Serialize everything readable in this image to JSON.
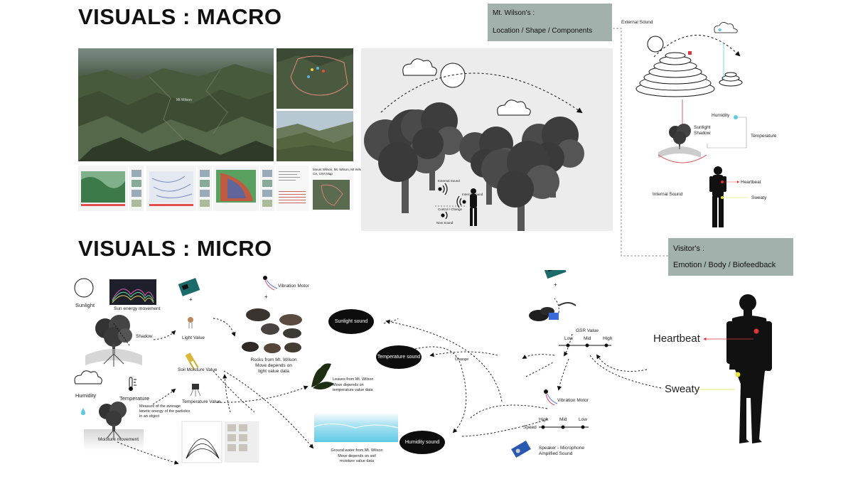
{
  "macro": {
    "title": "VISUALS : MACRO",
    "map_label": "Mt.Wilson",
    "info_card": {
      "title": "Mount Wilson, Mt. Wilson, Mt Wilson,",
      "subtitle": "CA, USA Map"
    },
    "diagram": {
      "external_sound": "External Sound",
      "internal_sound": "Internal Sound",
      "control_change": "Control / Change",
      "new_sound": "New Sound"
    }
  },
  "wilson_box": {
    "title": "Mt. Wilson's :",
    "items": "Location  /  Shape  /  Components"
  },
  "visitor_box": {
    "title": "Visitor's :",
    "items": "Emotion  /  Body  /  Biofeedback"
  },
  "top_right": {
    "external_sound": "External Sound",
    "humidity": "Humidity",
    "sunlight": "Sunlight",
    "shadow": "Shadow",
    "temperature": "Temperature",
    "heartbeat": "Heartbeat",
    "internal_sound": "Internal Sound",
    "sweaty": "Sweaty"
  },
  "micro": {
    "title": "VISUALS : MICRO",
    "sunlight": "Sunlight",
    "sun_energy": "Sun energy movement",
    "shadow": "Shadow",
    "light_value": "Light Value",
    "vibration_motor": "Vibration Motor",
    "plus": "+",
    "rocks": "Rocks from Mt. Wilson",
    "rocks_note": "Move depends on",
    "rocks_note2": "light value data",
    "soil_moisture": "Soil Moisture Value",
    "humidity": "Humidity",
    "temperature": "Temperature",
    "temperature_value": "Temperature Value",
    "temp_def1": "Measure of the average",
    "temp_def2": "kinetic energy of the particles",
    "temp_def3": "in an object",
    "moisture_movement": "Moisture movement",
    "leaves": "Leaves from Mt. Wilson",
    "leaves_note": "Move depends on",
    "leaves_note2": "temperature value data",
    "ground_water": "Ground water from Mt. Wilson",
    "gw_note": "Move depends on soil",
    "gw_note2": "moisture value data",
    "sunlight_sound": "Sunlight sound",
    "temperature_sound": "Temperature sound",
    "humidity_sound": "Humidity sound",
    "change": "Change",
    "gsr_value": "GSR Value",
    "gsr_low": "Low",
    "gsr_mid": "Mid",
    "gsr_high": "High",
    "vibration_motor2": "Vibration Motor",
    "speed": "Speed",
    "spd_high": "High",
    "spd_mid": "Mid",
    "spd_low": "Low",
    "speaker1": "Speaker - Microphone",
    "speaker2": "Amplified Sound",
    "heartbeat": "Heartbeat",
    "sweaty": "Sweaty"
  },
  "colors": {
    "gray_box": "#a3b1ac",
    "heartbeat_dot": "#d9383a",
    "sweaty_dot": "#e6e23c",
    "water": "#5fc9e6"
  }
}
